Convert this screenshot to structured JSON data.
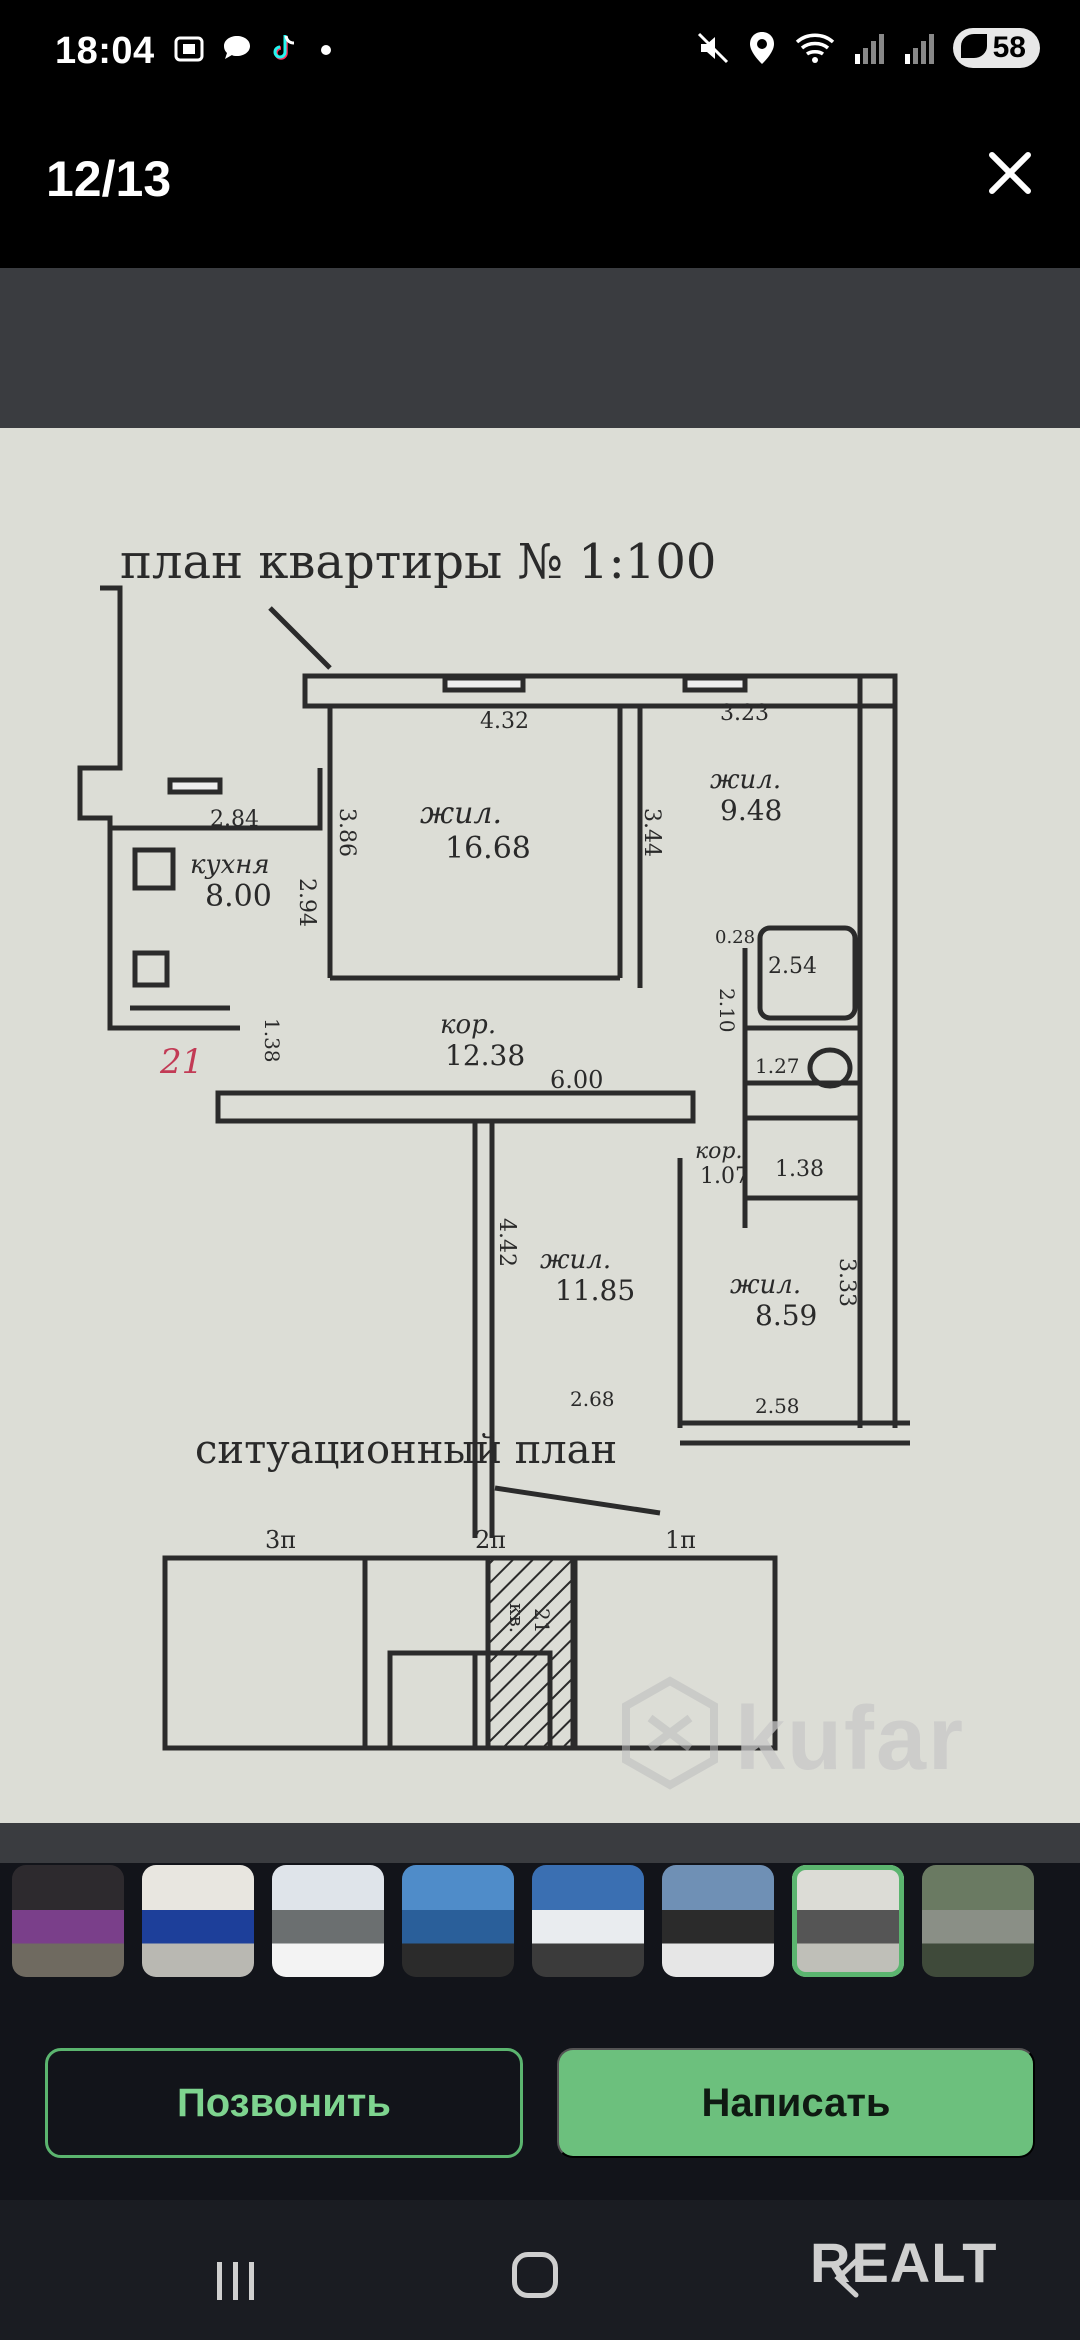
{
  "status_bar": {
    "time": "18:04",
    "battery": "58",
    "left_icons": [
      "screenshot-icon",
      "chat-bubble-icon",
      "tiktok-icon",
      "dot-icon"
    ],
    "right_icons": [
      "mute-icon",
      "location-icon",
      "wifi-icon",
      "signal-icon",
      "signal-icon",
      "battery-icon"
    ]
  },
  "header": {
    "counter": "12/13",
    "close_icon": "close-icon"
  },
  "plan": {
    "title": "план квартиры № 1:100",
    "situational": "ситуационный план",
    "unit_mark": "21",
    "rooms": [
      {
        "name": "кухня",
        "area": "8.00"
      },
      {
        "name": "жил.",
        "area": "16.68"
      },
      {
        "name": "жил.",
        "area": "9.48"
      },
      {
        "name": "кор.",
        "area": "12.38"
      },
      {
        "name": "кор.",
        "area": "1.07"
      },
      {
        "name": "жил.",
        "area": "11.85"
      },
      {
        "name": "жил.",
        "area": "8.59"
      }
    ],
    "dims": [
      "4.32",
      "3.23",
      "2.84",
      "3.44",
      "2.94",
      "3.86",
      "0.28",
      "2.54",
      "2.10",
      "1.27",
      "1.38",
      "1.38",
      "6.00",
      "4.42",
      "3.33",
      "2.68",
      "2.58"
    ],
    "site_labels": [
      "3п",
      "2п",
      "1п",
      "кв.",
      "21"
    ]
  },
  "watermark": "kufar",
  "thumbnails": [
    {
      "name": "thumb-1",
      "colors": [
        "#2d2a2e",
        "#7a3f8a",
        "#6f6a60"
      ]
    },
    {
      "name": "thumb-2",
      "colors": [
        "#e8e6e0",
        "#1d3f9a",
        "#b9b8b2"
      ]
    },
    {
      "name": "thumb-3",
      "colors": [
        "#dfe4ea",
        "#6b6f70",
        "#f3f3f3"
      ]
    },
    {
      "name": "thumb-4",
      "colors": [
        "#4f8cc9",
        "#2a5f9a",
        "#2b2b2b"
      ]
    },
    {
      "name": "thumb-5",
      "colors": [
        "#3a6fb2",
        "#e9ecef",
        "#3b3b3b"
      ]
    },
    {
      "name": "thumb-6",
      "colors": [
        "#6f90b5",
        "#2b2b2b",
        "#e6e6e6"
      ]
    },
    {
      "name": "thumb-7",
      "colors": [
        "#dcdcd6",
        "#555555",
        "#bfbfb8"
      ],
      "active": true
    },
    {
      "name": "thumb-8",
      "colors": [
        "#6a7a62",
        "#8a8f86",
        "#3f4a3a"
      ]
    }
  ],
  "actions": {
    "call": "Позвонить",
    "write": "Написать"
  },
  "nav": {
    "brand": "REALT"
  },
  "colors": {
    "accent": "#5bb56f",
    "accent_fill": "#6cc07d",
    "background": "#12141a"
  }
}
